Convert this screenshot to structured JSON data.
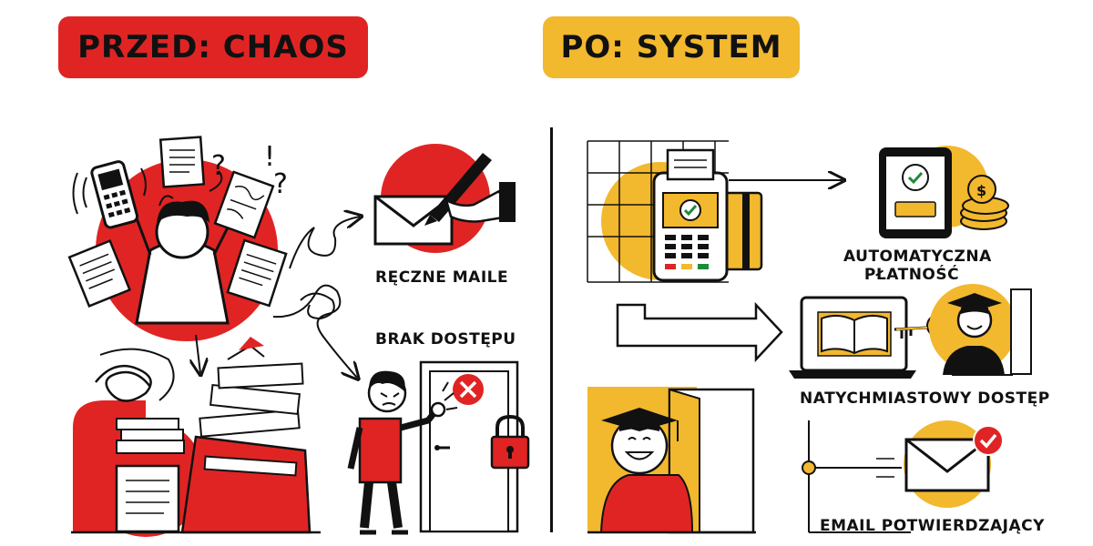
{
  "colors": {
    "red": "#e02424",
    "yellow": "#f2b82e",
    "ink": "#111111"
  },
  "before": {
    "title": "PRZED: CHAOS",
    "labels": {
      "manual_emails": "RĘCZNE MAILE",
      "no_access": "BRAK DOSTĘPU"
    }
  },
  "after": {
    "title": "PO: SYSTEM",
    "labels": {
      "auto_payment_line1": "AUTOMATYCZNA",
      "auto_payment_line2": "PŁATNOŚĆ",
      "instant_access": "NATYCHMIASTOWY DOSTĘP",
      "confirmation_email": "EMAIL POTWIERDZAJĄCY"
    }
  },
  "icons": [
    "phone-icon",
    "question-mark-icon",
    "document-icon",
    "person-stressed-icon",
    "paper-stack-icon",
    "envelope-icon",
    "pen-icon",
    "door-icon",
    "padlock-icon",
    "error-x-icon",
    "angry-person-icon",
    "payment-terminal-icon",
    "credit-card-icon",
    "tablet-icon",
    "coins-icon",
    "checkmark-icon",
    "laptop-book-icon",
    "key-icon",
    "graduate-icon",
    "open-door-icon",
    "envelope-check-icon",
    "arrow-icon"
  ]
}
